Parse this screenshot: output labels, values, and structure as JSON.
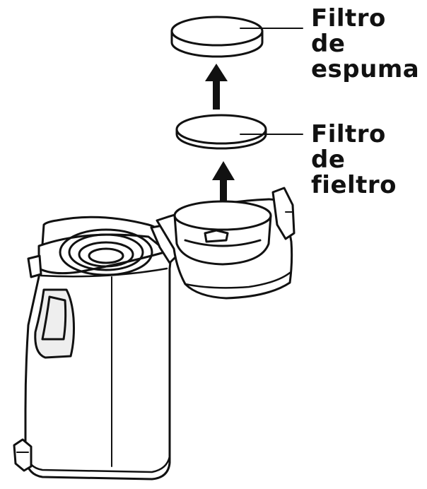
{
  "labels": {
    "foam_line1": "Filtro de",
    "foam_line2": "espuma",
    "felt_line1": "Filtro de",
    "felt_line2": "fieltro"
  },
  "colors": {
    "stroke": "#111111",
    "fill": "#ffffff",
    "shade": "#e6e6e6"
  }
}
